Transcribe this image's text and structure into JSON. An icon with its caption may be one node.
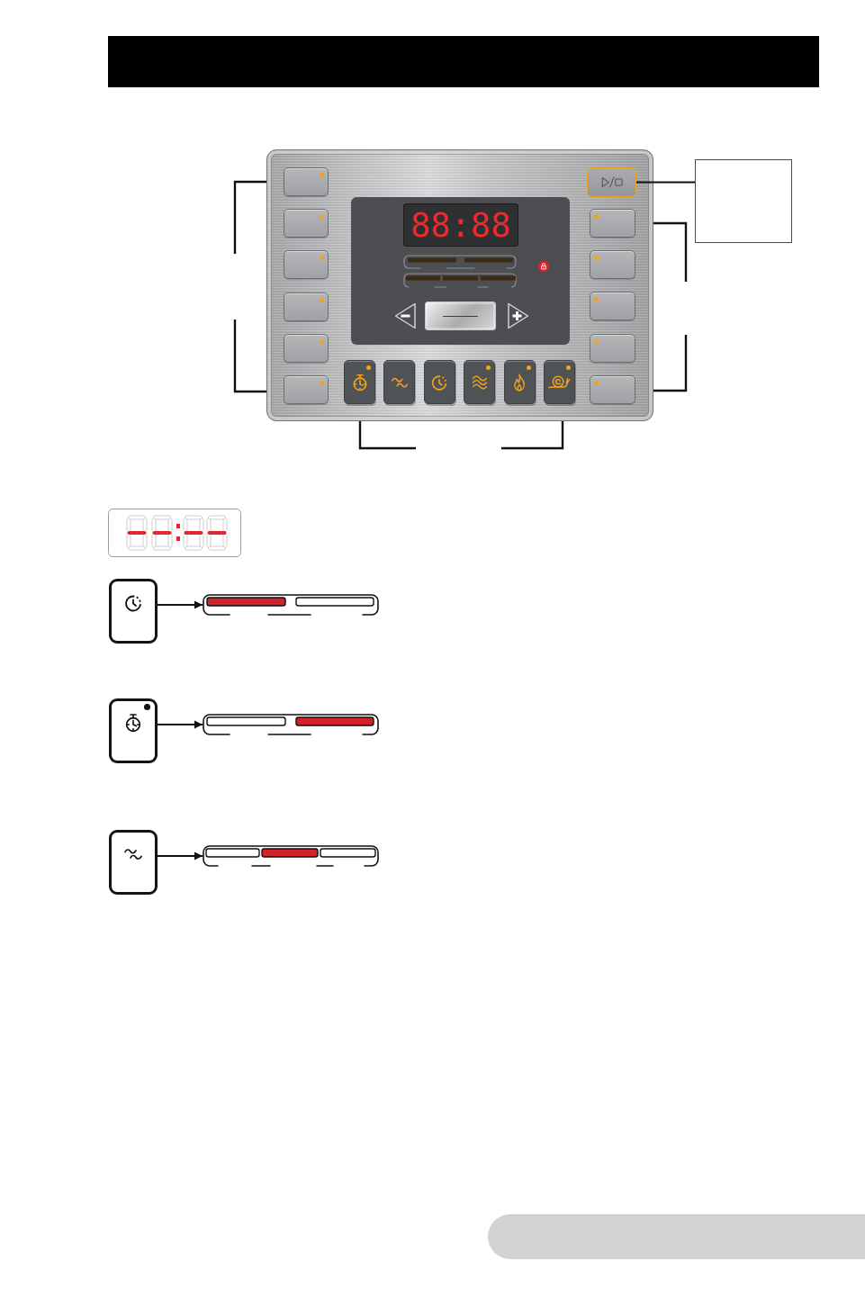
{
  "diagram": {
    "nodes": [
      {
        "text": [],
        "shape": "box"
      },
      {
        "text": [],
        "shape": "box"
      },
      {
        "text": [],
        "shape": "box"
      },
      {
        "text": [],
        "shape": "bar"
      },
      {
        "text": [],
        "shape": "box"
      },
      {
        "text": [],
        "shape": "bar"
      },
      {
        "text": [],
        "shape": "box"
      },
      {
        "text": [],
        "shape": "bar"
      }
    ],
    "edges": [
      {
        "from": 1,
        "to": 0,
        "arrow": "none"
      },
      {
        "from": 2,
        "to": 3,
        "arrow": "to"
      },
      {
        "from": 4,
        "to": 5,
        "arrow": "to"
      },
      {
        "from": 6,
        "to": 7,
        "arrow": "to"
      }
    ],
    "labels": [
      "88:88"
    ]
  }
}
